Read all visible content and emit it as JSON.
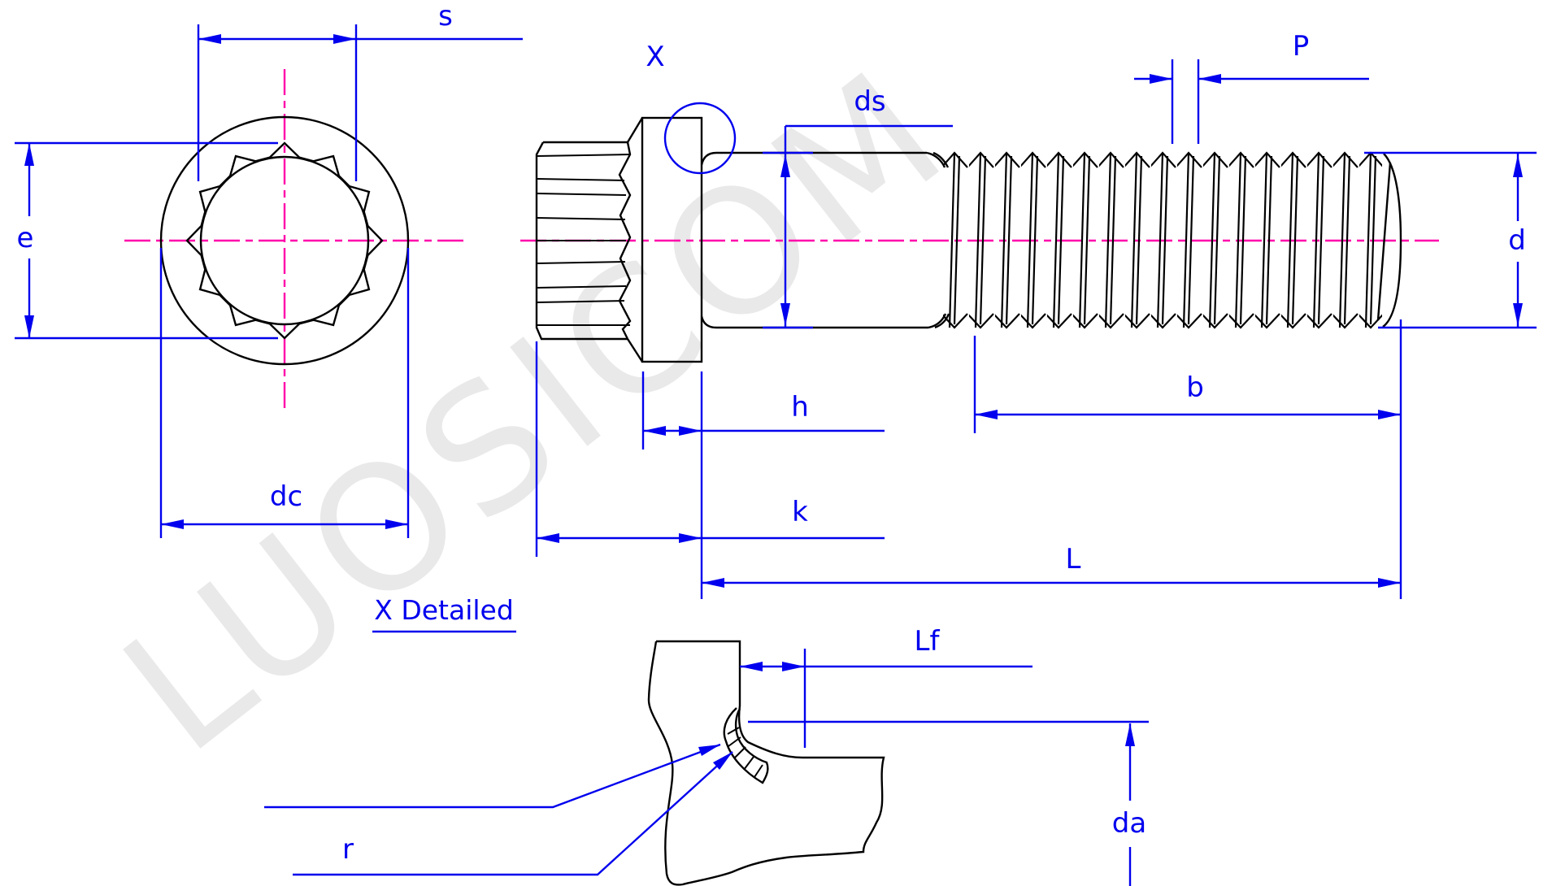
{
  "drawing": {
    "type": "engineering-drawing",
    "subject": "12-point flange head bolt with thread, three views: head end view, side view, and detail X of head-to-shank fillet",
    "watermark": "LUOSICOM",
    "detail_callout": {
      "title": "X Detailed"
    },
    "dimension_labels": {
      "s": "s",
      "e": "e",
      "dc": "dc",
      "x": "X",
      "ds": "ds",
      "p": "P",
      "d": "d",
      "b": "b",
      "h": "h",
      "k": "k",
      "l": "L",
      "lf": "Lf",
      "da": "da",
      "r": "r"
    },
    "colors": {
      "dimension_lines": "#0000ee",
      "centerlines": "#ff00aa",
      "outlines": "#000000",
      "watermark": "#e9e9e9",
      "background": "#ffffff"
    }
  }
}
